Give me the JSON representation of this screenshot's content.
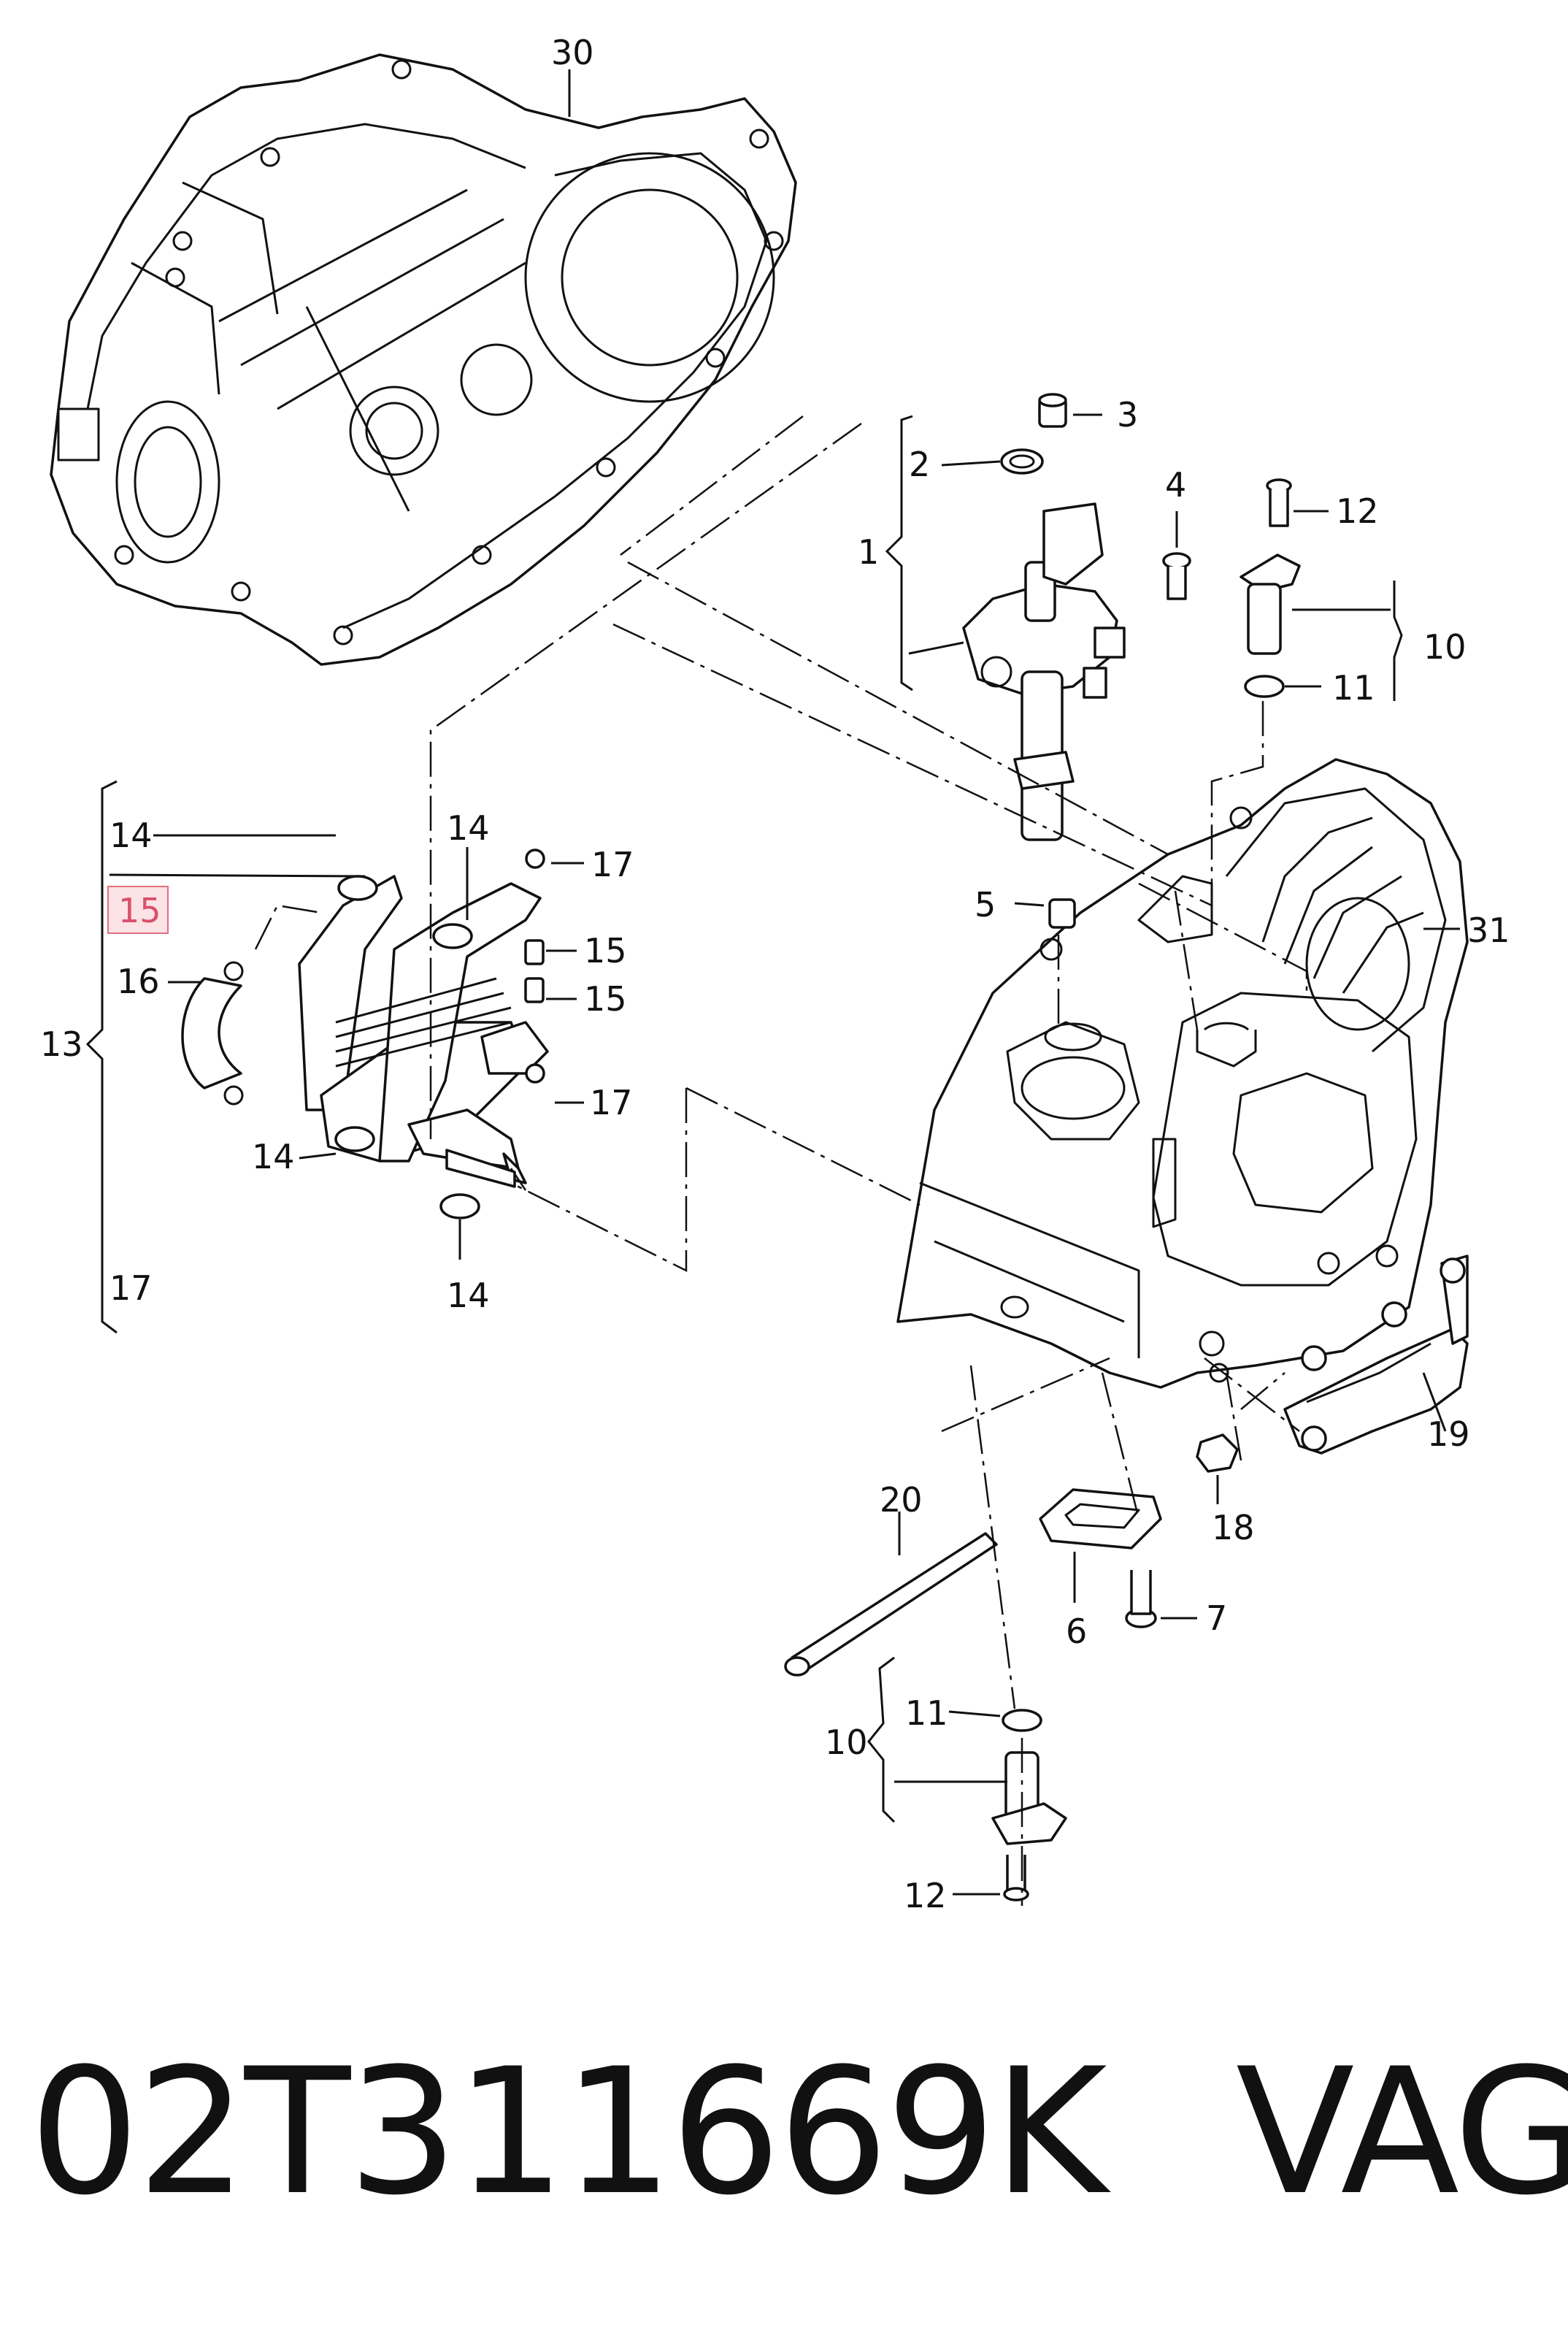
{
  "diagram": {
    "labels": {
      "l30": "30",
      "l3": "3",
      "l2": "2",
      "l4": "4",
      "l12a": "12",
      "l1": "1",
      "l10a": "10",
      "l11a": "11",
      "l14a": "14",
      "l15h": "15",
      "l14b": "14",
      "l17a": "17",
      "l15a": "15",
      "l15b": "15",
      "l16": "16",
      "l13": "13",
      "l17b": "17",
      "l14c": "14",
      "l14d": "14",
      "l17c": "17",
      "l5": "5",
      "l31": "31",
      "l19": "19",
      "l18": "18",
      "l20": "20",
      "l6": "6",
      "l7": "7",
      "l11b": "11",
      "l10b": "10",
      "l12b": "12"
    },
    "highlighted_label": "15"
  },
  "footer": {
    "part_number": "02T311669K",
    "brand": "VAG"
  }
}
